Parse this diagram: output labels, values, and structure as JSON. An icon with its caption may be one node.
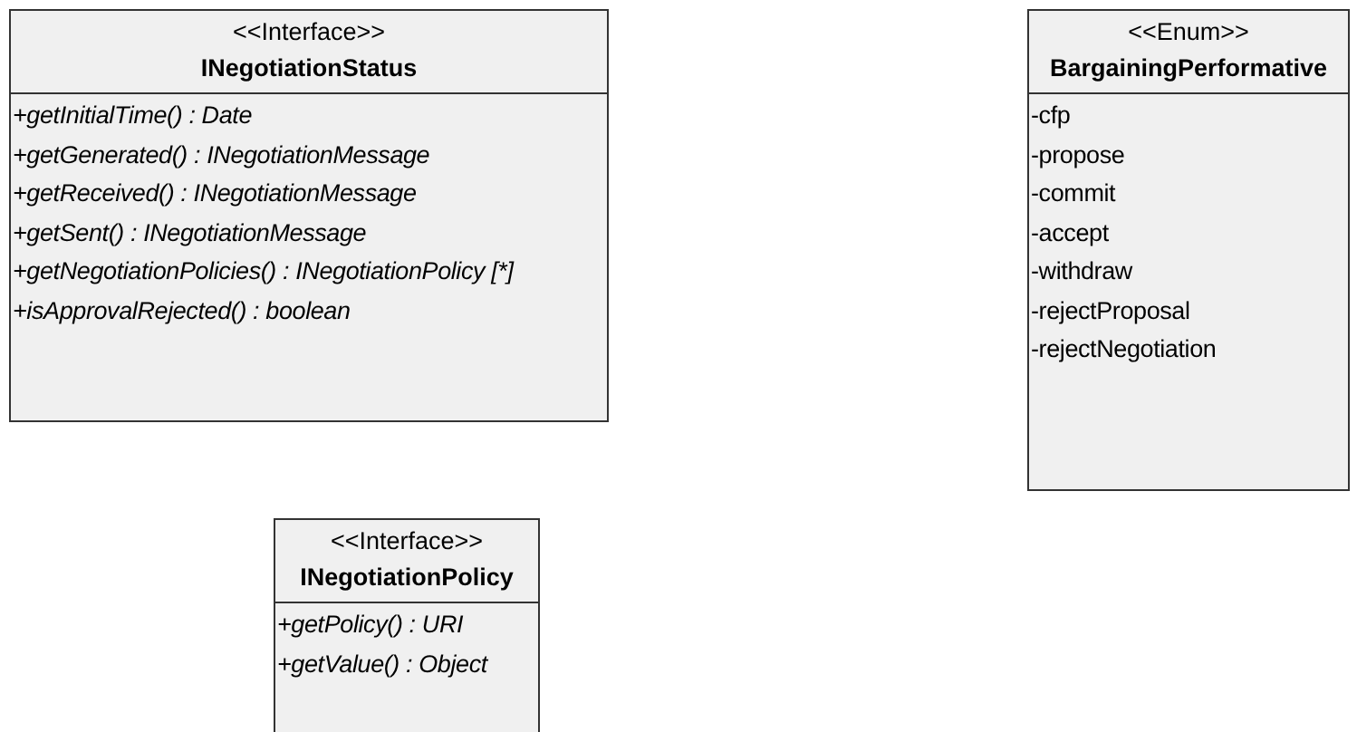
{
  "diagram": {
    "nodes": [
      {
        "text": [
          "<<Interface>>",
          "INegotiationStatus",
          "+getInitialTime() : Date",
          "+getGenerated() : INegotiationMessage",
          "+getReceived() : INegotiationMessage",
          "+getSent() : INegotiationMessage",
          "+getNegotiationPolicies() : INegotiationPolicy [*]",
          "+isApprovalRejected() : boolean"
        ]
      },
      {
        "text": [
          "<<Enum>>",
          "BargainingPerformative",
          "-cfp",
          "-propose",
          "-commit",
          "-accept",
          "-withdraw",
          "-rejectProposal",
          "-rejectNegotiation"
        ]
      },
      {
        "text": [
          "<<Interface>>",
          "INegotiationPolicy",
          "+getPolicy() : URI",
          "+getValue() : Object"
        ]
      }
    ]
  }
}
